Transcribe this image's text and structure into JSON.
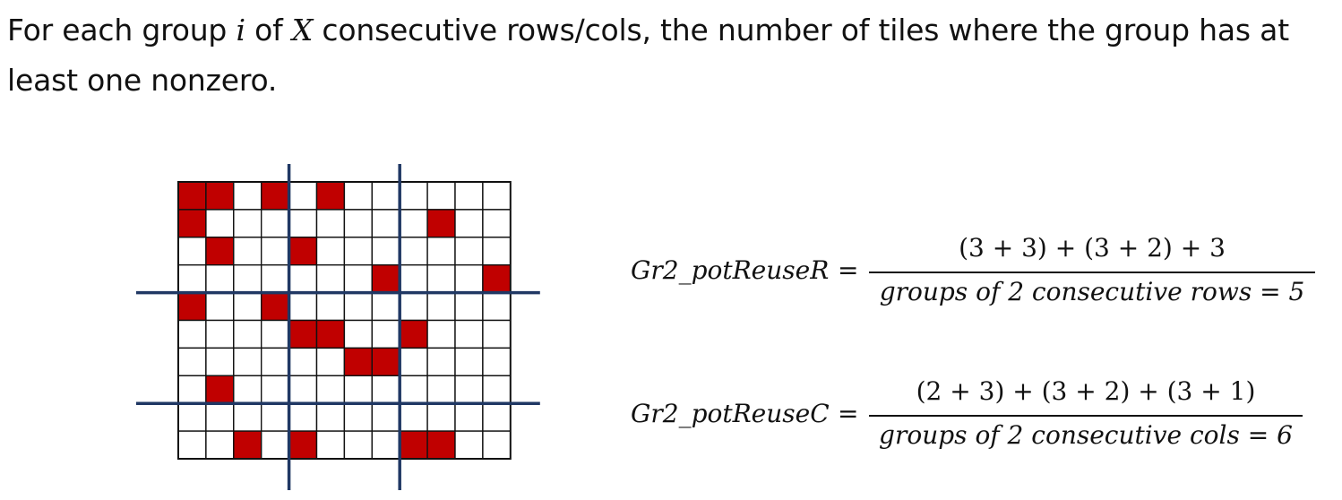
{
  "intro": {
    "part1": "For each group ",
    "var_i": "i",
    "part2": " of ",
    "var_X": "X",
    "part3": " consecutive rows/cols, the number of tiles where the group has at least one nonzero."
  },
  "grid": {
    "rows": 10,
    "cols": 12,
    "row_group_separators_after": [
      4,
      8
    ],
    "col_group_separators_after": [
      4,
      8
    ],
    "filled_cells": [
      [
        0,
        0
      ],
      [
        0,
        1
      ],
      [
        0,
        3
      ],
      [
        0,
        5
      ],
      [
        1,
        0
      ],
      [
        1,
        9
      ],
      [
        2,
        1
      ],
      [
        2,
        4
      ],
      [
        3,
        7
      ],
      [
        3,
        11
      ],
      [
        4,
        0
      ],
      [
        4,
        3
      ],
      [
        5,
        4
      ],
      [
        5,
        5
      ],
      [
        5,
        8
      ],
      [
        6,
        6
      ],
      [
        6,
        7
      ],
      [
        7,
        1
      ],
      [
        9,
        2
      ],
      [
        9,
        4
      ],
      [
        9,
        8
      ],
      [
        9,
        9
      ]
    ],
    "colors": {
      "fill": "#c00000",
      "cell_border": "#111111",
      "separator": "#203864"
    }
  },
  "formula_r": {
    "lhs": "Gr2_potReuseR",
    "eq": "=",
    "numerator": "(3 + 3) + (3 + 2) + 3",
    "denominator": "groups of 2 consecutive rows = 5"
  },
  "formula_c": {
    "lhs": "Gr2_potReuseC",
    "eq": "=",
    "numerator": "(2 + 3) + (3 + 2) + (3 + 1)",
    "denominator": "groups of 2 consecutive cols = 6"
  }
}
